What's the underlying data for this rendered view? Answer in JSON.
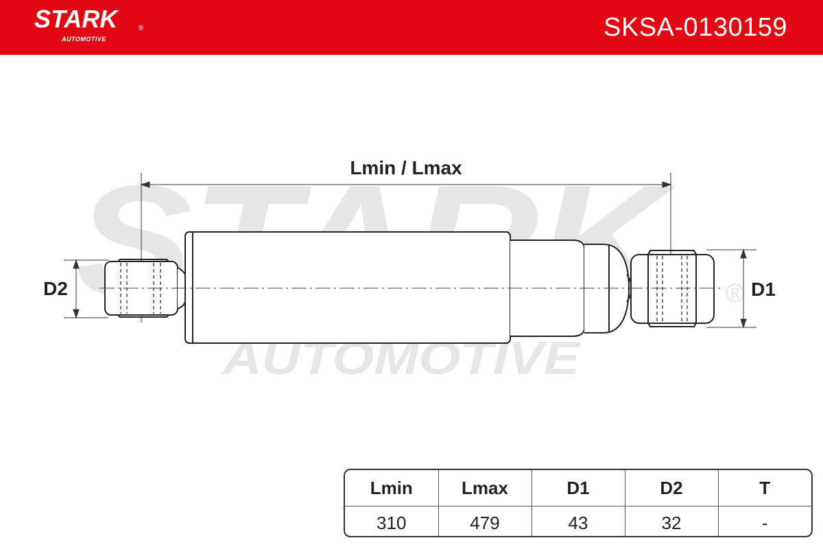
{
  "header": {
    "brand_name": "STARK",
    "brand_sub": "AUTOMOTIVE",
    "brand_reg": "®",
    "part_number": "SKSA-0130159",
    "color": "#e30613"
  },
  "watermark": {
    "line1": "STARK",
    "line2": "AUTOMOTIVE",
    "reg": "®"
  },
  "diagram": {
    "length_label": "Lmin / Lmax",
    "left_diameter_label": "D2",
    "right_diameter_label": "D1"
  },
  "spec_table": {
    "headers": [
      "Lmin",
      "Lmax",
      "D1",
      "D2",
      "T"
    ],
    "values": [
      "310",
      "479",
      "43",
      "32",
      "-"
    ]
  }
}
